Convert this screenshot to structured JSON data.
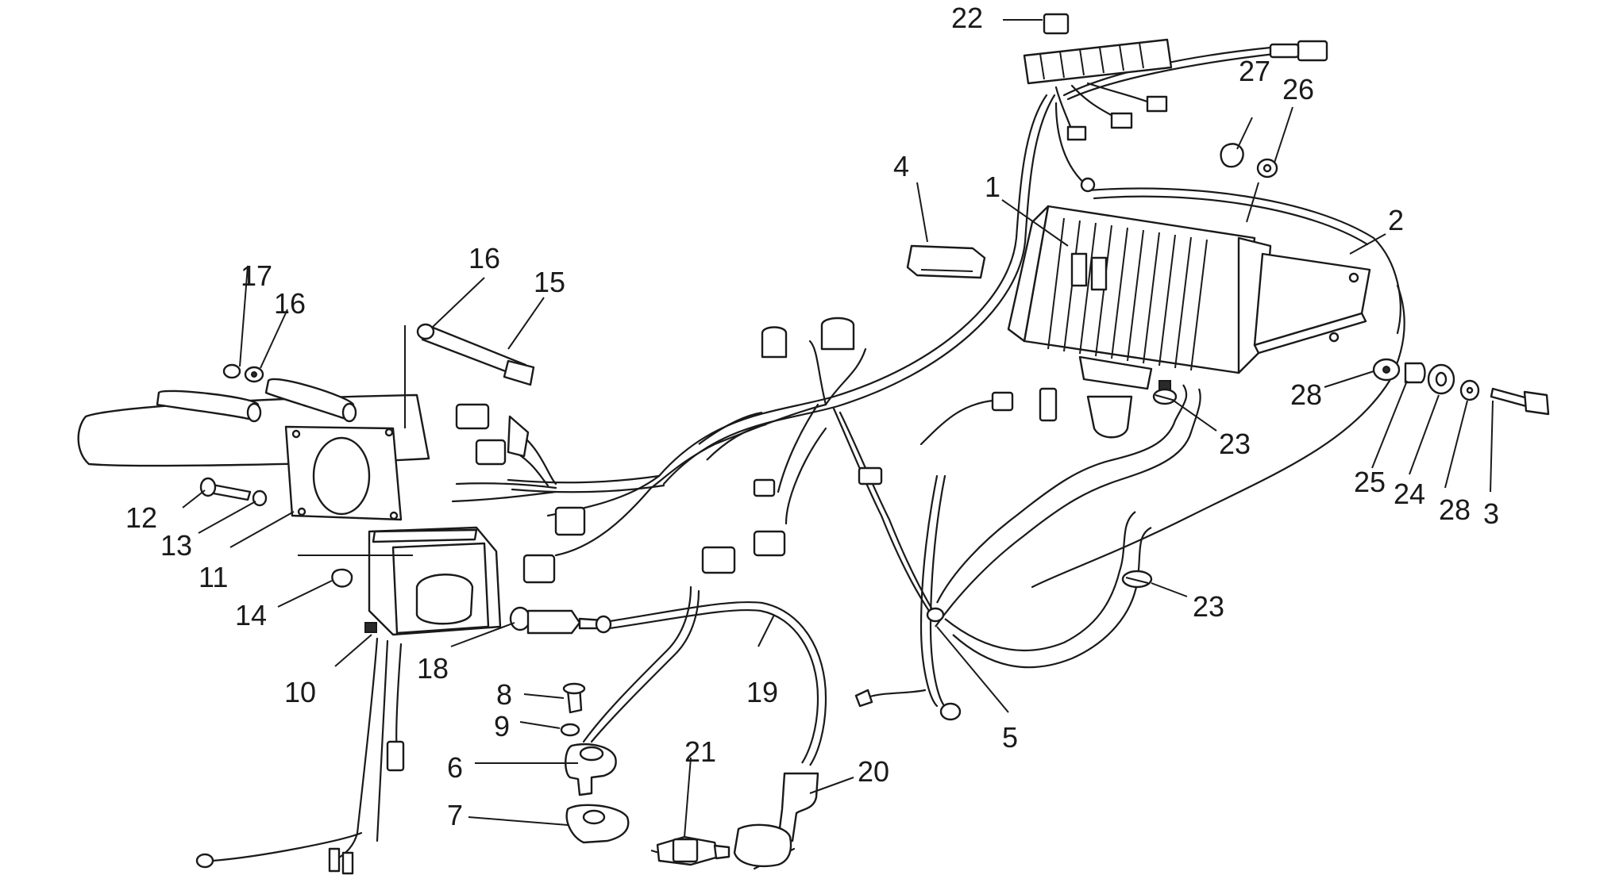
{
  "labels": {
    "l1": "1",
    "l2": "2",
    "l3": "3",
    "l4": "4",
    "l5": "5",
    "l6": "6",
    "l7": "7",
    "l8": "8",
    "l9": "9",
    "l10": "10",
    "l11": "11",
    "l12": "12",
    "l13": "13",
    "l14": "14",
    "l15": "15",
    "l16a": "16",
    "l16b": "16",
    "l17": "17",
    "l18": "18",
    "l19": "19",
    "l20": "20",
    "l21": "21",
    "l22": "22",
    "l23a": "23",
    "l23b": "23",
    "l24": "24",
    "l25": "25",
    "l26": "26",
    "l27": "27",
    "l28a": "28",
    "l28b": "28"
  },
  "icons": {
    "regulator": "voltage-regulator-icon",
    "coil": "ignition-coil-icon",
    "plug": "spark-plug-icon",
    "harness": "wiring-harness-icon"
  },
  "colors": {
    "ink": "#1a1a1a",
    "paper": "#ffffff"
  }
}
